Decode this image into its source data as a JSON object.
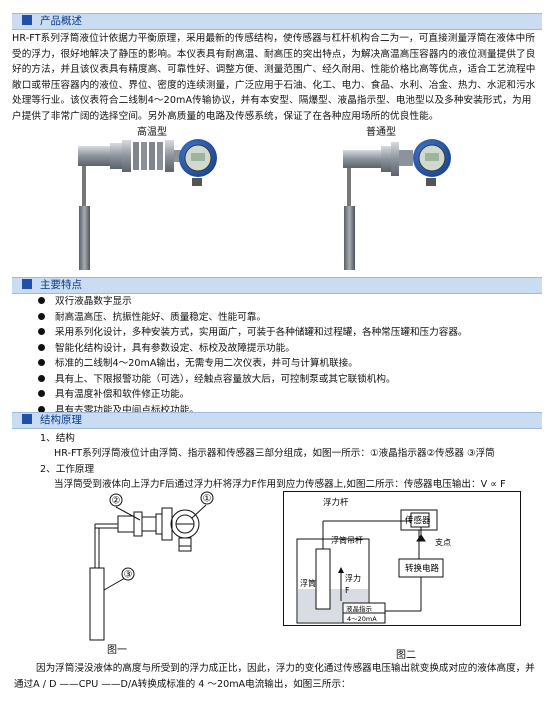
{
  "sections": {
    "overview": "产品概述",
    "features": "主要特点",
    "structure": "结构原理"
  },
  "overview_text": "HR-FT系列浮筒液位计依据力平衡原理，采用最新的传感结构，使传感器与杠杆机构合二为一，可直接测量浮筒在液体中所受的浮力，很好地解决了静压的影响。本仪表具有耐高温、耐高压的突出特点，为解决高温高压容器内的液位测量提供了良好的方法，并且该仪表具有精度高、可靠性好、调整方便、测量范围广、经久耐用、性能价格比高等优点，适合工艺流程中敞口或带压容器内的液位、界位、密度的连续测量，广泛应用于石油、化工、电力、食品、水利、冶金、热力、水泥和污水处理等行业。该仪表符合二线制4～20mA传输协议，并有本安型、隔爆型、液晶指示型、电池型以及多种安装形式，为用户提供了非常广阔的选择空间。另外高质量的电路及传感系统，保证了在各种应用场所的优良性能。",
  "photos": {
    "high_temp_caption": "高温型",
    "normal_caption": "普通型"
  },
  "features": [
    "双行液晶数字显示",
    "耐高温高压、抗振性能好、质量稳定、性能可靠。",
    "采用系列化设计，多种安装方式，实用面广，可装于各种储罐和过程罐，各种常压罐和压力容器。",
    "智能化结构设计，具有参数设定、标校及故障提示功能。",
    "标准的二线制4～20mA输出，无需专用二次仪表，并可与计算机联接。",
    "具有上、下限报警功能（可选），经触点容量放大后，可控制泵或其它联锁机构。",
    "具有温度补偿和软件修正功能。",
    "具有去零功能及中间点标校功能。"
  ],
  "structure": {
    "item1_title": "1、结构",
    "item1_text": "HR-FT系列浮筒液位计由浮筒、指示器和传感器三部分组成，如图一所示：①液晶指示器②传感器 ③浮筒",
    "item2_title": "2、工作原理",
    "item2_text": "当浮筒受到液体向上浮力F后通过浮力杆将浮力F作用到应力传感器上,如图二所示：传感器电压输出：V ∝ F"
  },
  "figure1": {
    "label1": "①",
    "label2": "②",
    "label3": "③",
    "caption": "图一"
  },
  "figure2": {
    "buoy_rod": "浮力杆",
    "sensor": "传感器",
    "float_rod": "浮筒吊杆",
    "fulcrum": "支点",
    "float": "浮筒",
    "buoy": "浮力",
    "force": "F",
    "converter": "转换电路",
    "lcd": "液晶指示",
    "output": "4～20mA",
    "caption": "图二"
  },
  "bottom": {
    "line1": "因为浮筒浸没液体的高度与所受到的浮力成正比，因此，浮力的变化通过传感器电压输出就变换成对应的液体高度，并",
    "line2": "通过A / D ——CPU ——D/A转换成标准的 4 ～20mA电流输出，如图三所示："
  }
}
